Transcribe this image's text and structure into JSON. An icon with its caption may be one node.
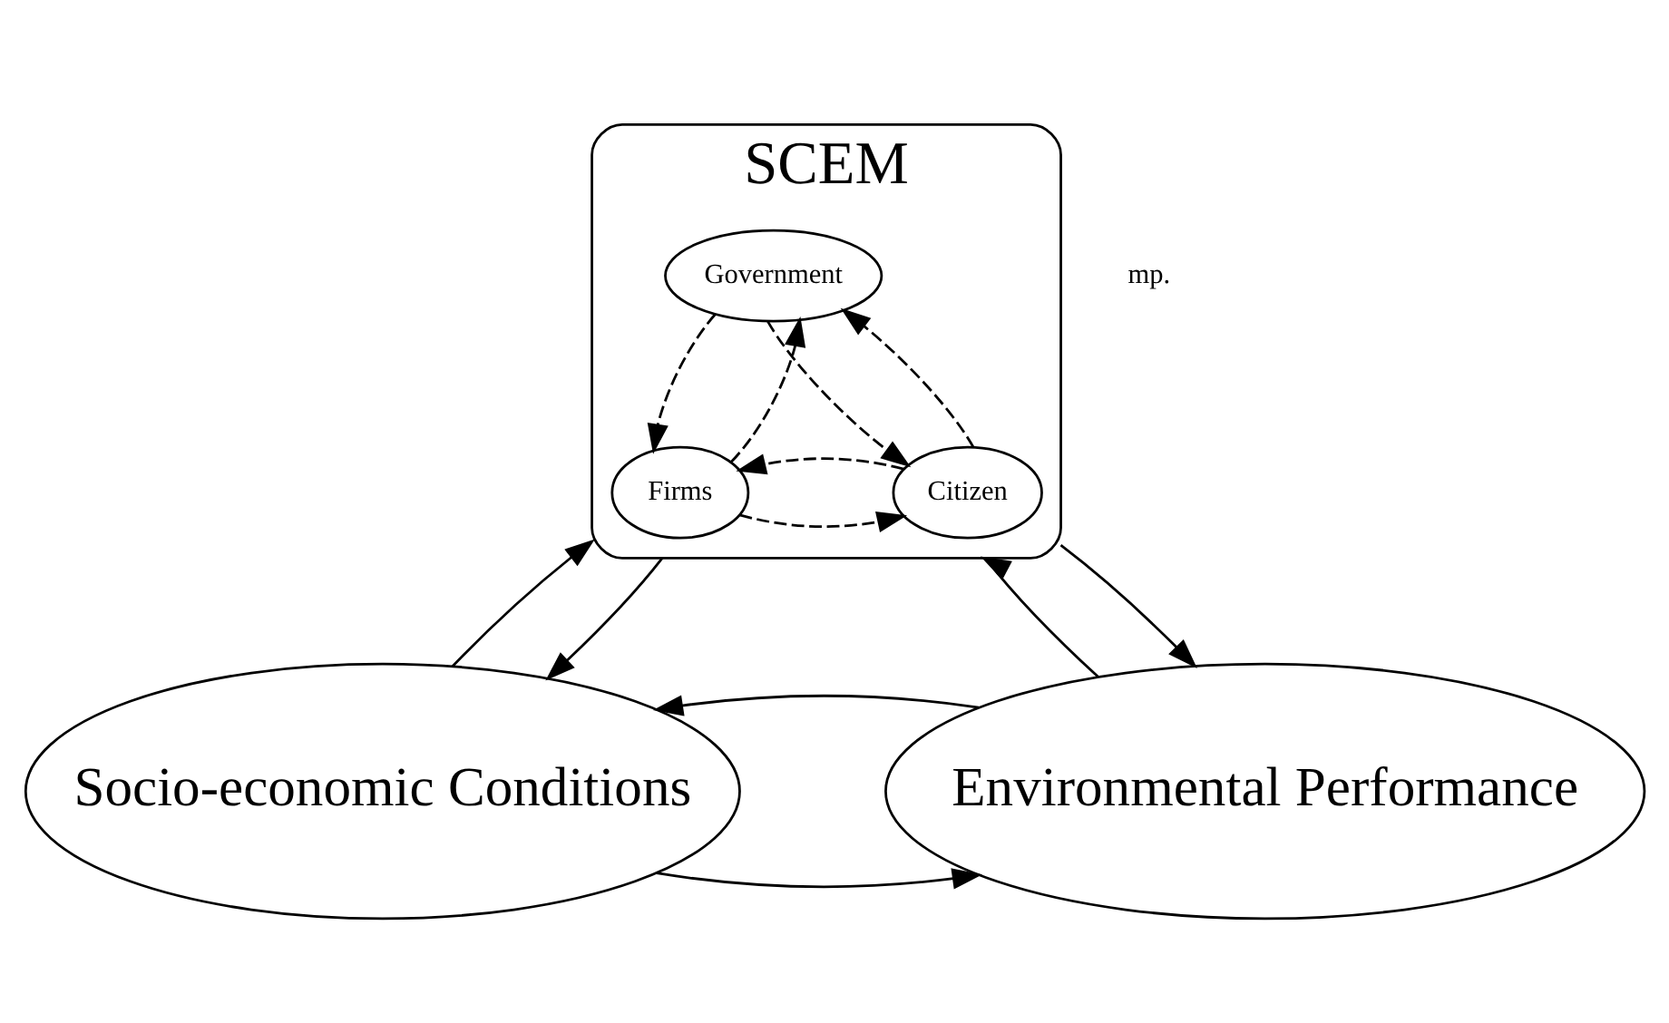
{
  "diagram": {
    "nodes": [
      {
        "text": [
          "SCEM"
        ]
      },
      {
        "text": [
          "Government"
        ],
        "in": 0
      },
      {
        "text": [
          "Firms"
        ],
        "in": 0
      },
      {
        "text": [
          "Citizen"
        ],
        "in": 0
      },
      {
        "text": [
          "Socio-economic Conditions"
        ]
      },
      {
        "text": [
          "Environmental Performance"
        ]
      }
    ],
    "edges": [
      {
        "from": 1,
        "to": 2,
        "arrow": "to",
        "style": "dashed"
      },
      {
        "from": 2,
        "to": 1,
        "arrow": "to",
        "style": "dashed"
      },
      {
        "from": 1,
        "to": 3,
        "arrow": "to",
        "style": "dashed"
      },
      {
        "from": 3,
        "to": 1,
        "arrow": "to",
        "style": "dashed"
      },
      {
        "from": 2,
        "to": 3,
        "arrow": "to",
        "style": "dashed"
      },
      {
        "from": 3,
        "to": 2,
        "arrow": "to",
        "style": "dashed"
      },
      {
        "from": 4,
        "to": 0,
        "arrow": "to"
      },
      {
        "from": 0,
        "to": 4,
        "arrow": "to"
      },
      {
        "from": 5,
        "to": 0,
        "arrow": "to"
      },
      {
        "from": 0,
        "to": 5,
        "arrow": "to"
      },
      {
        "from": 4,
        "to": 5,
        "arrow": "to"
      },
      {
        "from": 5,
        "to": 4,
        "arrow": "to"
      }
    ],
    "labels": [
      "mp."
    ]
  }
}
